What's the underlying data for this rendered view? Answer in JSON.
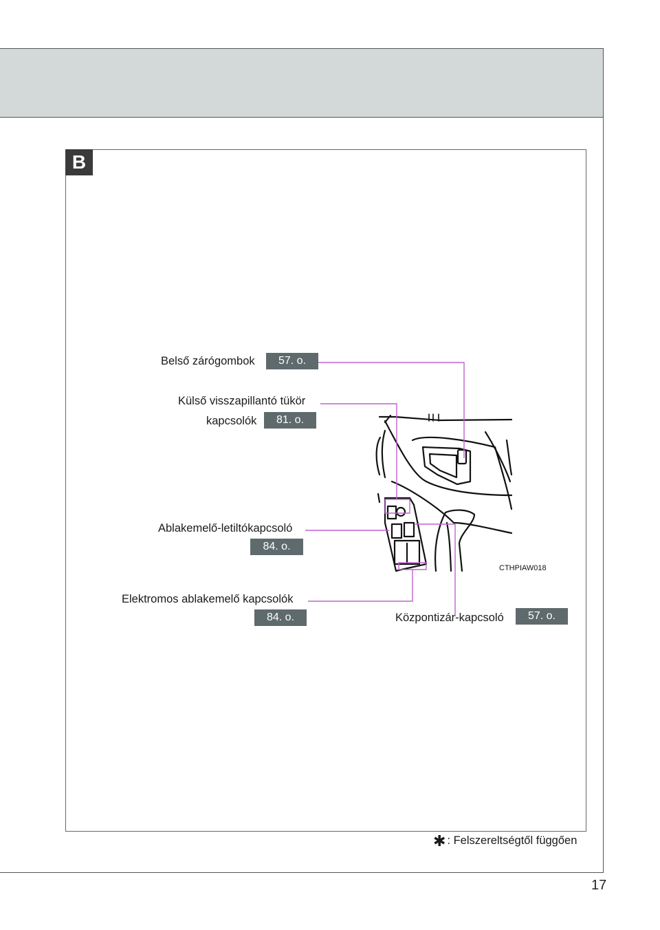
{
  "section": {
    "letter": "B"
  },
  "callouts": {
    "door_lock": {
      "label": "Belső zárógombok",
      "page_ref": "57. o."
    },
    "mirror": {
      "label_line1": "Külső visszapillantó tükör",
      "label_line2": "kapcsolók",
      "page_ref": "81. o."
    },
    "window_lock": {
      "label": "Ablakemelő-letiltókapcsoló",
      "page_ref": "84. o."
    },
    "power_windows": {
      "label": "Elektromos ablakemelő kapcsolók",
      "page_ref": "84. o."
    },
    "central_lock": {
      "label": "Központizár-kapcsoló",
      "page_ref": "57. o."
    }
  },
  "illustration": {
    "code": "CTHPIAW018"
  },
  "footnote": {
    "symbol": "✱",
    "text": ": Felszereltségtől függően"
  },
  "page_number": "17",
  "colors": {
    "leader_line": "#c060d0",
    "ref_badge": "#5f6a6d",
    "header_band": "#d3d8d8"
  }
}
